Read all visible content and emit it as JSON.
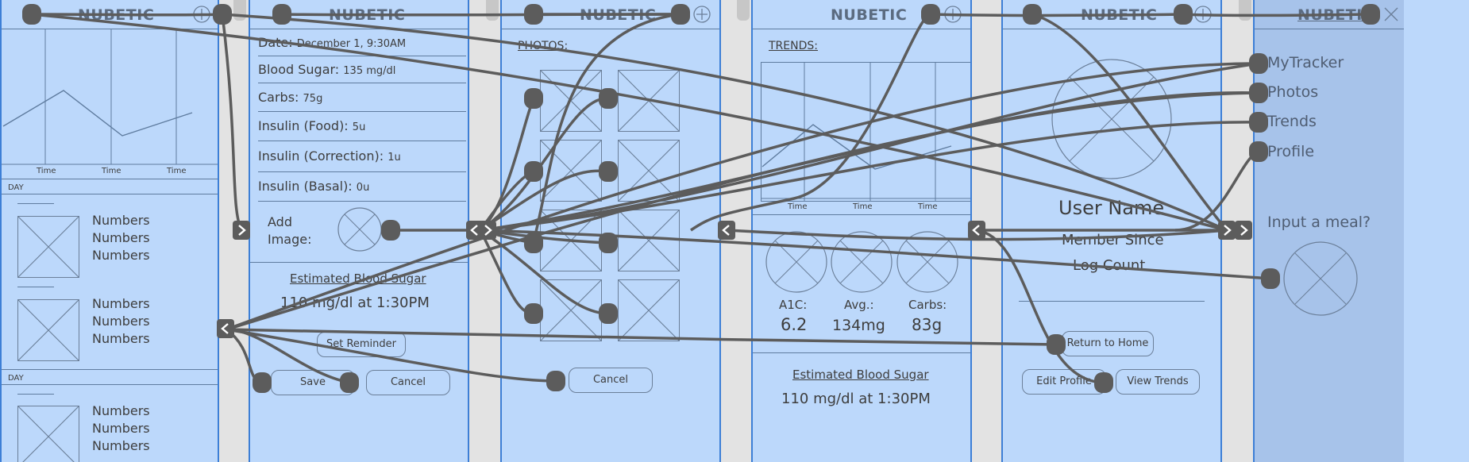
{
  "app_name": "NUBETIC",
  "screen1": {
    "chart_ticks": [
      "Time",
      "Time",
      "Time"
    ],
    "sections": [
      "DAY",
      "DAY"
    ],
    "entries": [
      [
        "Numbers",
        "Numbers",
        "Numbers"
      ],
      [
        "Numbers",
        "Numbers",
        "Numbers"
      ],
      [
        "Numbers",
        "Numbers",
        "Numbers"
      ]
    ]
  },
  "screen2": {
    "fields": [
      {
        "label": "Date:",
        "value": "December 1, 9:30AM"
      },
      {
        "label": "Blood Sugar:",
        "value": "135 mg/dl"
      },
      {
        "label": "Carbs:",
        "value": "75g"
      },
      {
        "label": "Insulin (Food):",
        "value": "5u"
      },
      {
        "label": "Insulin (Correction):",
        "value": "1u"
      },
      {
        "label": "Insulin (Basal):",
        "value": "0u"
      }
    ],
    "add_image_label_1": "Add",
    "add_image_label_2": "Image:",
    "estimate_title": "Estimated Blood Sugar",
    "estimate_value": "110 mg/dl at 1:30PM",
    "set_reminder": "Set Reminder",
    "save": "Save",
    "cancel": "Cancel"
  },
  "screen3": {
    "title": "PHOTOS:",
    "cancel": "Cancel"
  },
  "screen4": {
    "title": "TRENDS:",
    "chart_ticks": [
      "Time",
      "Time",
      "Time"
    ],
    "stats": [
      {
        "label": "A1C:",
        "value": "6.2"
      },
      {
        "label": "Avg.:",
        "value": "134mg"
      },
      {
        "label": "Carbs:",
        "value": "83g"
      }
    ],
    "estimate_title": "Estimated Blood Sugar",
    "estimate_value": "110 mg/dl at 1:30PM"
  },
  "screen5": {
    "user_name": "User Name",
    "member_since": "Member Since",
    "log_count": "Log Count",
    "return_home": "Return to Home",
    "edit_profile": "Edit Profile",
    "view_trends": "View Trends"
  },
  "menu": {
    "items": [
      "MyTracker",
      "Photos",
      "Trends",
      "Profile"
    ],
    "input_meal": "Input a meal?"
  },
  "colors": {
    "screen": "#bcd8fb",
    "menu": "#a7c3ea",
    "frame": "#3d7fd6",
    "wire": "#5c5c5c",
    "gap": "#e3e3e3"
  }
}
